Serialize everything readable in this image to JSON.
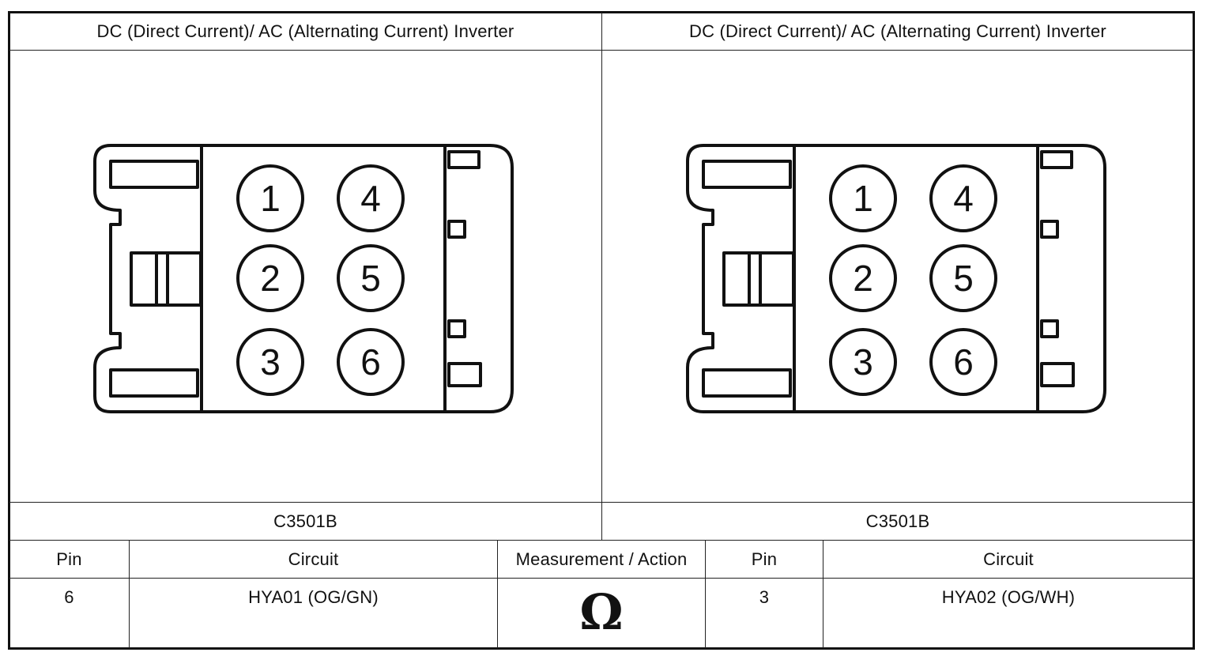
{
  "connectors": [
    {
      "title": "DC (Direct Current)/ AC (Alternating Current) Inverter",
      "code": "C3501B",
      "pins": [
        "1",
        "2",
        "3",
        "4",
        "5",
        "6"
      ]
    },
    {
      "title": "DC (Direct Current)/ AC (Alternating Current) Inverter",
      "code": "C3501B",
      "pins": [
        "1",
        "2",
        "3",
        "4",
        "5",
        "6"
      ]
    }
  ],
  "table": {
    "headers": {
      "pin_left": "Pin",
      "circuit_left": "Circuit",
      "measurement": "Measurement / Action",
      "pin_right": "Pin",
      "circuit_right": "Circuit"
    },
    "row": {
      "pin_left": "6",
      "circuit_left": "HYA01 (OG/GN)",
      "measurement_symbol": "Ω",
      "measurement_icon": "ohm-icon",
      "pin_right": "3",
      "circuit_right": "HYA02 (OG/WH)"
    }
  }
}
